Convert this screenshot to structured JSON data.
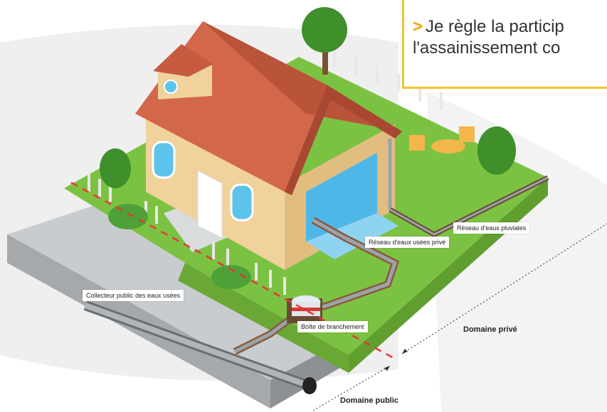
{
  "callout": {
    "line1": "Je règle la particip",
    "line2": "l'assainissement co",
    "bullet_icon": "chevron-right-icon",
    "border_color": "#f2c230",
    "bullet_color": "#f5a800"
  },
  "labels": {
    "pluviales": "Réseau d'eaux pluviales",
    "usees_prive": "Réseau d'eaux usées privé",
    "collecteur": "Collecteur public des eaux usées",
    "boite": "Boîte de branchement",
    "domaine_prive": "Domaine privé",
    "domaine_public": "Domaine public"
  },
  "colors": {
    "grass": "#7cc242",
    "soil": "#8a5a3c",
    "roof": "#d2674a",
    "wall": "#f0d29c",
    "pipe": "#9aa3aa",
    "boundary": "#e53935"
  }
}
